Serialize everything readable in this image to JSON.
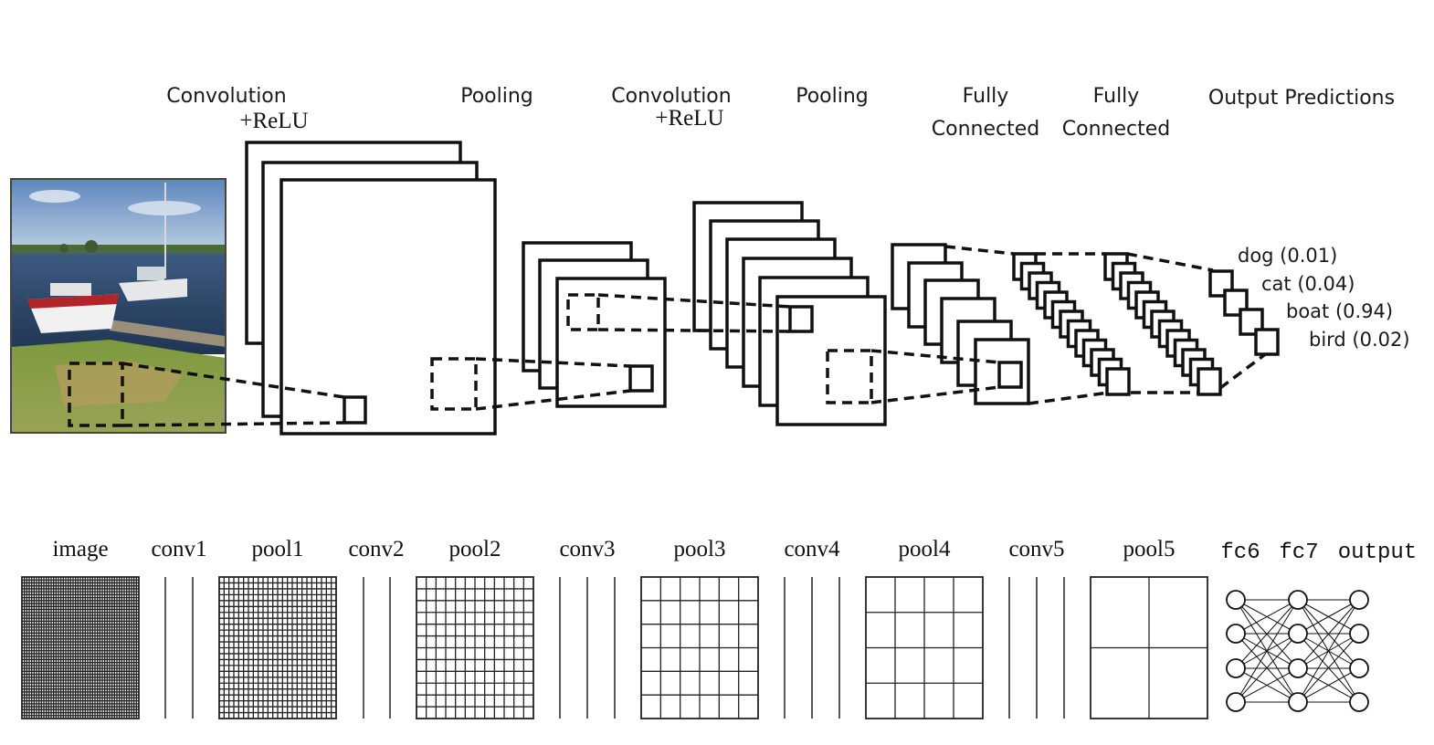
{
  "top_stage_labels": [
    {
      "line1": "Convolution",
      "line2": ""
    },
    {
      "line1": "+ReLU",
      "line2": ""
    },
    {
      "line1": "Pooling",
      "line2": ""
    },
    {
      "line1": "Convolution",
      "line2": ""
    },
    {
      "line1": "+ReLU",
      "line2": ""
    },
    {
      "line1": "Pooling",
      "line2": ""
    },
    {
      "line1": "Fully",
      "line2": "Connected"
    },
    {
      "line1": "Fully",
      "line2": "Connected"
    },
    {
      "line1": "Output Predictions",
      "line2": ""
    }
  ],
  "predictions": [
    {
      "text": "dog (0.01)"
    },
    {
      "text": "cat (0.04)"
    },
    {
      "text": "boat (0.94)"
    },
    {
      "text": "bird (0.02)"
    }
  ],
  "bottom_labels": [
    "image",
    "conv1",
    "pool1",
    "conv2",
    "pool2",
    "conv3",
    "pool3",
    "conv4",
    "pool4",
    "conv5",
    "pool5",
    "fc6",
    "fc7",
    "output"
  ],
  "grid_divisions": [
    48,
    24,
    12,
    6,
    4,
    2,
    1
  ],
  "fc_layers": [
    {
      "nodes": 4
    },
    {
      "nodes": 4
    },
    {
      "nodes": 4
    }
  ]
}
